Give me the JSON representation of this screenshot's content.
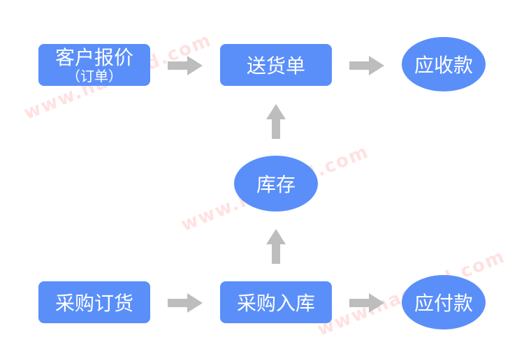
{
  "nodes": {
    "customer_quote": {
      "label": "客户报价",
      "sub": "（订单）"
    },
    "delivery_note": {
      "label": "送货单"
    },
    "receivable": {
      "label": "应收款"
    },
    "inventory": {
      "label": "库存"
    },
    "purchase_order": {
      "label": "采购订货"
    },
    "purchase_in": {
      "label": "采购入库"
    },
    "payable": {
      "label": "应付款"
    }
  },
  "watermark": "www.haoded.com",
  "colors": {
    "node": "#5a8ff9",
    "arrow": "#bdbdbd",
    "watermark": "#ff7878"
  }
}
